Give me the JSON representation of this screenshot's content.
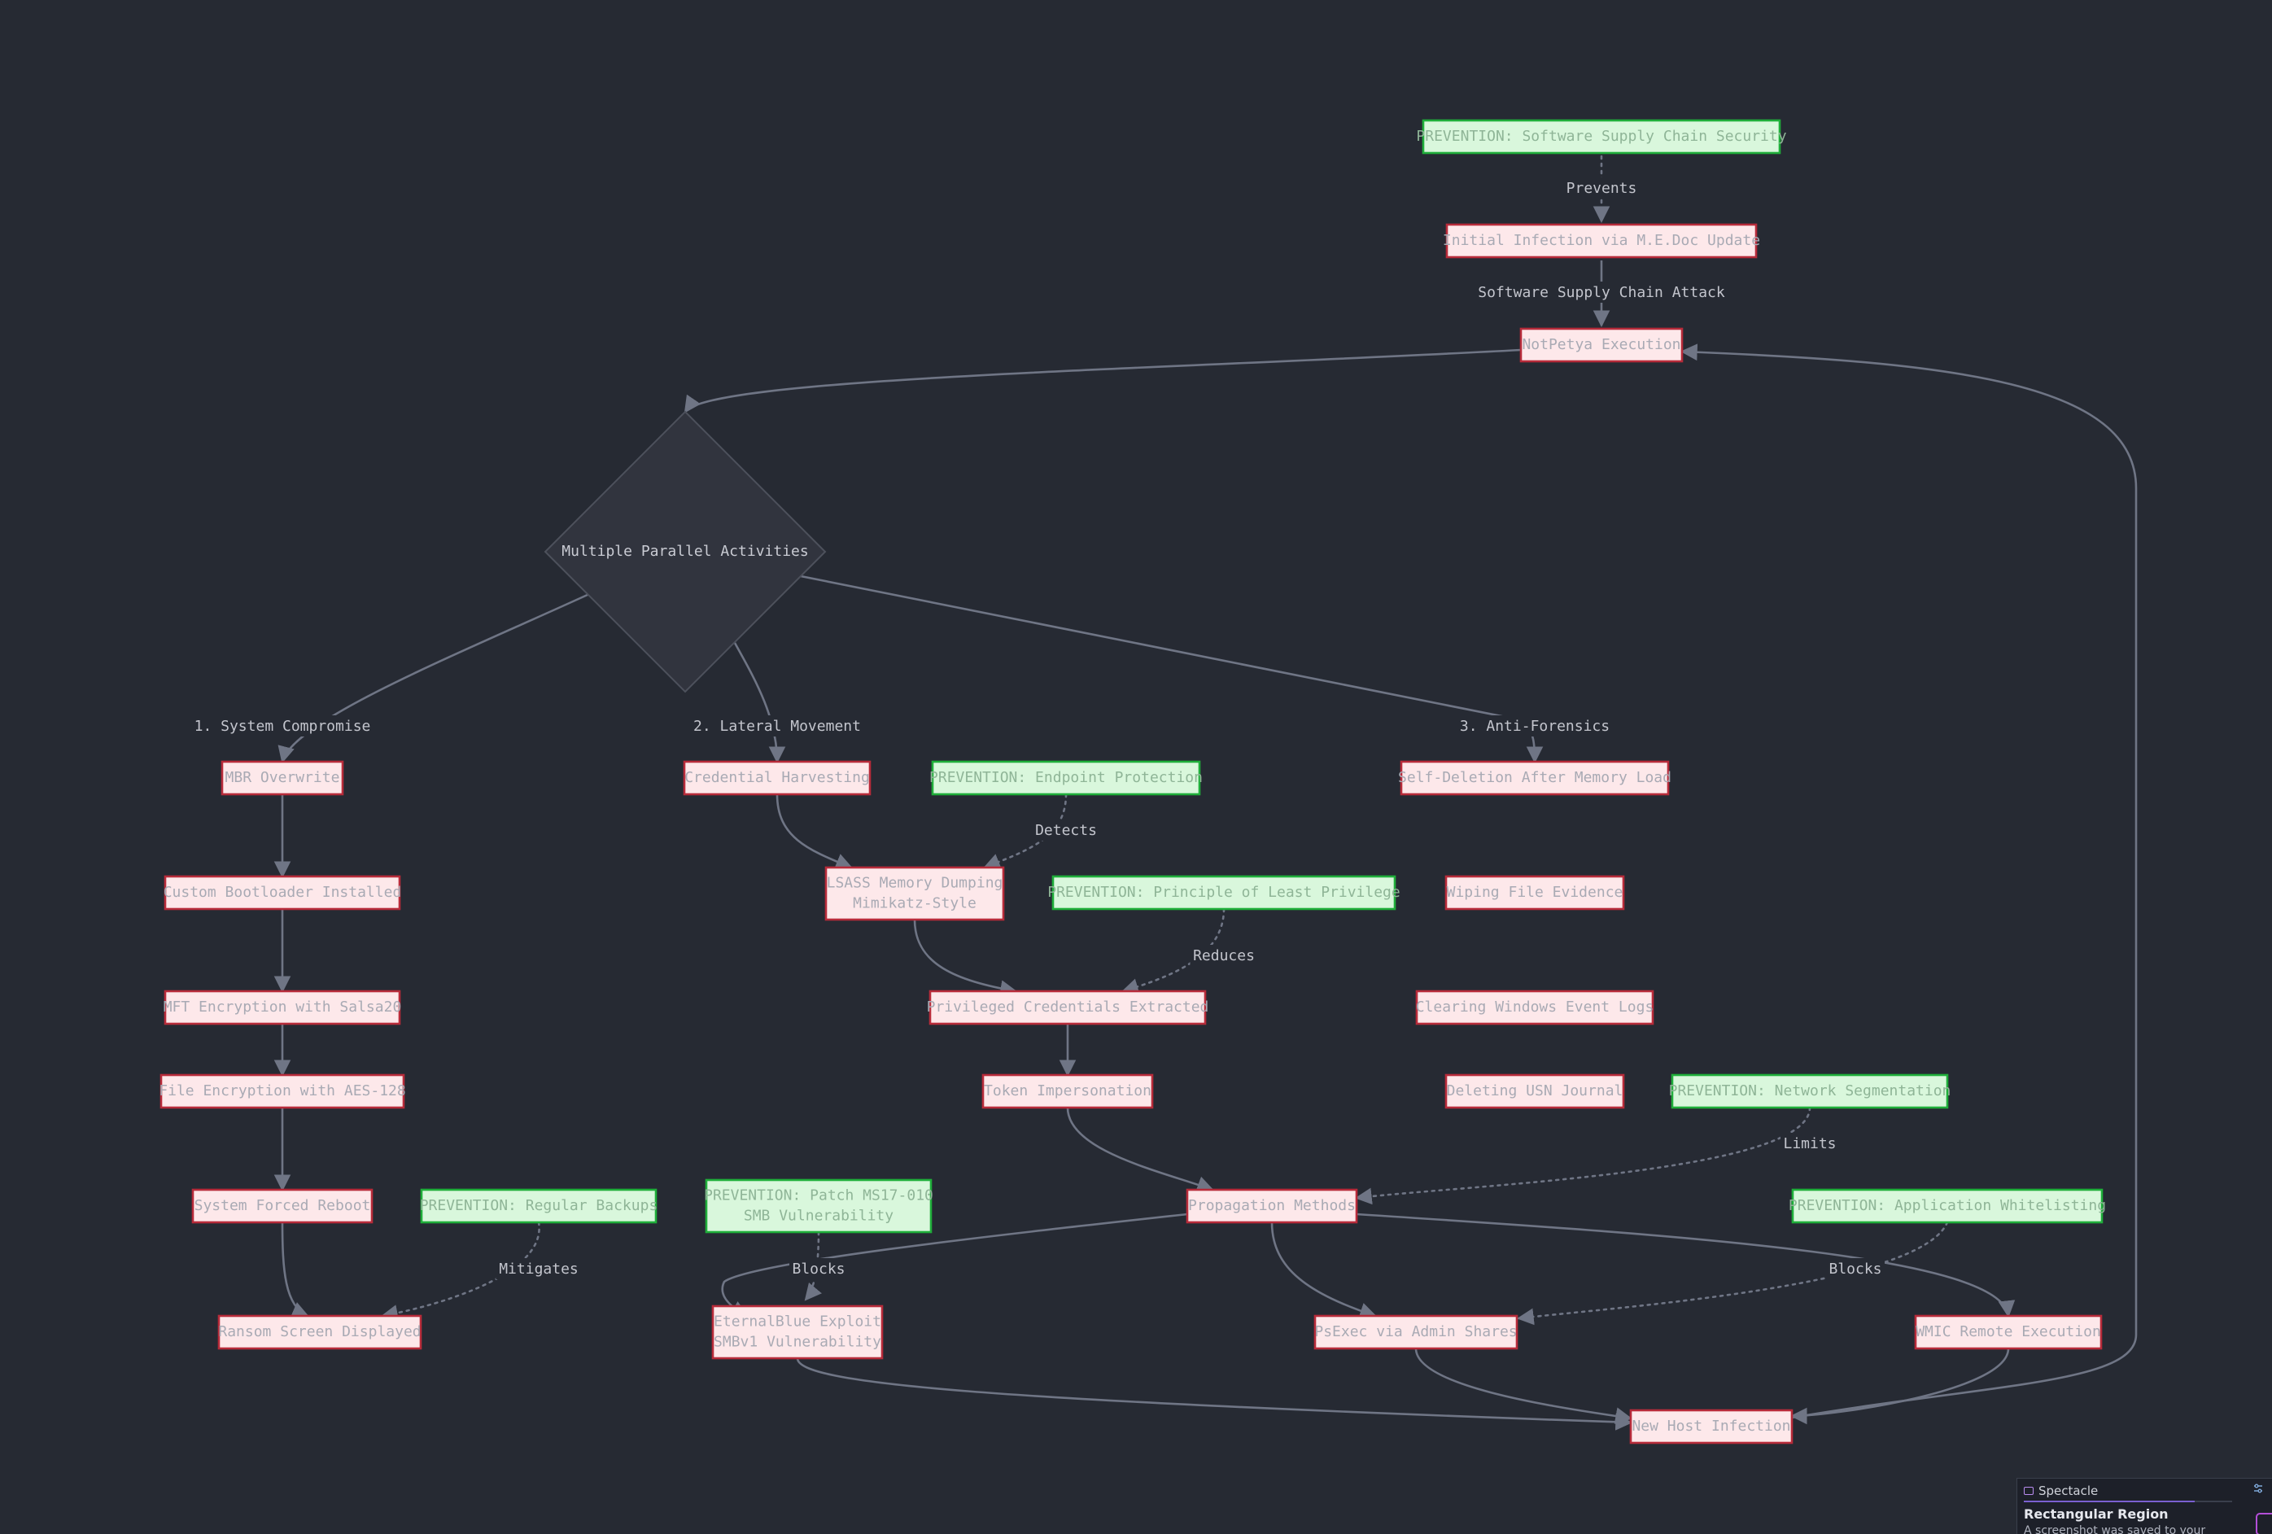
{
  "diagram": {
    "decision": {
      "id": "parallel",
      "label": "Multiple Parallel Activities"
    },
    "nodes": [
      {
        "id": "prev_supply",
        "lines": [
          "PREVENTION: Software Supply Chain Security"
        ],
        "prevention": true
      },
      {
        "id": "initial",
        "lines": [
          "Initial Infection via M.E.Doc Update"
        ],
        "prevention": false
      },
      {
        "id": "notpetya",
        "lines": [
          "NotPetya Execution"
        ],
        "prevention": false
      },
      {
        "id": "mbr",
        "lines": [
          "MBR Overwrite"
        ],
        "prevention": false
      },
      {
        "id": "bootloader",
        "lines": [
          "Custom Bootloader Installed"
        ],
        "prevention": false
      },
      {
        "id": "mft",
        "lines": [
          "MFT Encryption with Salsa20"
        ],
        "prevention": false
      },
      {
        "id": "fileenc",
        "lines": [
          "File Encryption with AES-128"
        ],
        "prevention": false
      },
      {
        "id": "reboot",
        "lines": [
          "System Forced Reboot"
        ],
        "prevention": false
      },
      {
        "id": "prev_backup",
        "lines": [
          "PREVENTION: Regular Backups"
        ],
        "prevention": true
      },
      {
        "id": "ransom",
        "lines": [
          "Ransom Screen Displayed"
        ],
        "prevention": false
      },
      {
        "id": "credharv",
        "lines": [
          "Credential Harvesting"
        ],
        "prevention": false
      },
      {
        "id": "prev_endpoint",
        "lines": [
          "PREVENTION: Endpoint Protection"
        ],
        "prevention": true
      },
      {
        "id": "lsass",
        "lines": [
          "LSASS Memory Dumping",
          "Mimikatz-Style"
        ],
        "prevention": false
      },
      {
        "id": "prev_least",
        "lines": [
          "PREVENTION: Principle of Least Privilege"
        ],
        "prevention": true
      },
      {
        "id": "privcred",
        "lines": [
          "Privileged Credentials Extracted"
        ],
        "prevention": false
      },
      {
        "id": "token",
        "lines": [
          "Token Impersonation"
        ],
        "prevention": false
      },
      {
        "id": "propagation",
        "lines": [
          "Propagation Methods"
        ],
        "prevention": false
      },
      {
        "id": "prev_patch",
        "lines": [
          "PREVENTION: Patch MS17-010",
          "SMB Vulnerability"
        ],
        "prevention": true
      },
      {
        "id": "eternal",
        "lines": [
          "EternalBlue Exploit",
          "SMBv1 Vulnerability"
        ],
        "prevention": false
      },
      {
        "id": "psexec",
        "lines": [
          "PsExec via Admin Shares"
        ],
        "prevention": false
      },
      {
        "id": "wmic",
        "lines": [
          "WMIC Remote Execution"
        ],
        "prevention": false
      },
      {
        "id": "prev_whitelist",
        "lines": [
          "PREVENTION: Application Whitelisting"
        ],
        "prevention": true
      },
      {
        "id": "prev_netseg",
        "lines": [
          "PREVENTION: Network Segmentation"
        ],
        "prevention": true
      },
      {
        "id": "newhost",
        "lines": [
          "New Host Infection"
        ],
        "prevention": false
      },
      {
        "id": "selfdel",
        "lines": [
          "Self-Deletion After Memory Load"
        ],
        "prevention": false
      },
      {
        "id": "wipe",
        "lines": [
          "Wiping File Evidence"
        ],
        "prevention": false
      },
      {
        "id": "clearlogs",
        "lines": [
          "Clearing Windows Event Logs"
        ],
        "prevention": false
      },
      {
        "id": "usn",
        "lines": [
          "Deleting USN Journal"
        ],
        "prevention": false
      }
    ],
    "edges": [
      {
        "from": "prev_supply",
        "to": "initial",
        "label": "Prevents",
        "style": "dotted"
      },
      {
        "from": "initial",
        "to": "notpetya",
        "label": "Software Supply Chain Attack",
        "style": "solid"
      },
      {
        "from": "notpetya",
        "to": "parallel",
        "label": "",
        "style": "solid"
      },
      {
        "from": "parallel",
        "to": "mbr",
        "label": "1. System Compromise",
        "style": "solid"
      },
      {
        "from": "parallel",
        "to": "credharv",
        "label": "2. Lateral Movement",
        "style": "solid"
      },
      {
        "from": "parallel",
        "to": "selfdel",
        "label": "3. Anti-Forensics",
        "style": "solid"
      },
      {
        "from": "mbr",
        "to": "bootloader",
        "label": "",
        "style": "solid"
      },
      {
        "from": "bootloader",
        "to": "mft",
        "label": "",
        "style": "solid"
      },
      {
        "from": "mft",
        "to": "fileenc",
        "label": "",
        "style": "solid"
      },
      {
        "from": "fileenc",
        "to": "reboot",
        "label": "",
        "style": "solid"
      },
      {
        "from": "reboot",
        "to": "ransom",
        "label": "",
        "style": "solid"
      },
      {
        "from": "prev_backup",
        "to": "ransom",
        "label": "Mitigates",
        "style": "dotted"
      },
      {
        "from": "credharv",
        "to": "lsass",
        "label": "",
        "style": "solid"
      },
      {
        "from": "prev_endpoint",
        "to": "lsass",
        "label": "Detects",
        "style": "dotted"
      },
      {
        "from": "lsass",
        "to": "privcred",
        "label": "",
        "style": "solid"
      },
      {
        "from": "prev_least",
        "to": "privcred",
        "label": "Reduces",
        "style": "dotted"
      },
      {
        "from": "privcred",
        "to": "token",
        "label": "",
        "style": "solid"
      },
      {
        "from": "token",
        "to": "propagation",
        "label": "",
        "style": "solid"
      },
      {
        "from": "prev_netseg",
        "to": "propagation",
        "label": "Limits",
        "style": "dotted"
      },
      {
        "from": "propagation",
        "to": "eternal",
        "label": "",
        "style": "solid"
      },
      {
        "from": "prev_patch",
        "to": "eternal",
        "label": "Blocks",
        "style": "dotted"
      },
      {
        "from": "propagation",
        "to": "psexec",
        "label": "",
        "style": "solid"
      },
      {
        "from": "propagation",
        "to": "wmic",
        "label": "",
        "style": "solid"
      },
      {
        "from": "prev_whitelist",
        "to": "psexec",
        "label": "Blocks",
        "style": "dotted"
      },
      {
        "from": "eternal",
        "to": "newhost",
        "label": "",
        "style": "solid"
      },
      {
        "from": "psexec",
        "to": "newhost",
        "label": "",
        "style": "solid"
      },
      {
        "from": "wmic",
        "to": "newhost",
        "label": "",
        "style": "solid"
      },
      {
        "from": "newhost",
        "to": "notpetya",
        "label": "",
        "style": "solid"
      },
      {
        "from": "selfdel",
        "to": "wipe",
        "label": "",
        "style": "solid"
      },
      {
        "from": "wipe",
        "to": "clearlogs",
        "label": "",
        "style": "solid"
      },
      {
        "from": "clearlogs",
        "to": "usn",
        "label": "",
        "style": "solid"
      }
    ]
  },
  "notification": {
    "app_name": "Spectacle",
    "app_icon": "camera-icon",
    "title": "Rectangular Region",
    "body": "A screenshot was saved to your",
    "progress": 0.82
  },
  "colors": {
    "background": "#262a33",
    "node_fill": "#fde8ea",
    "node_stroke": "#b72b3a",
    "prevention_fill": "#d9f7dc",
    "prevention_stroke": "#1fae3a",
    "edge": "#6f7585"
  }
}
